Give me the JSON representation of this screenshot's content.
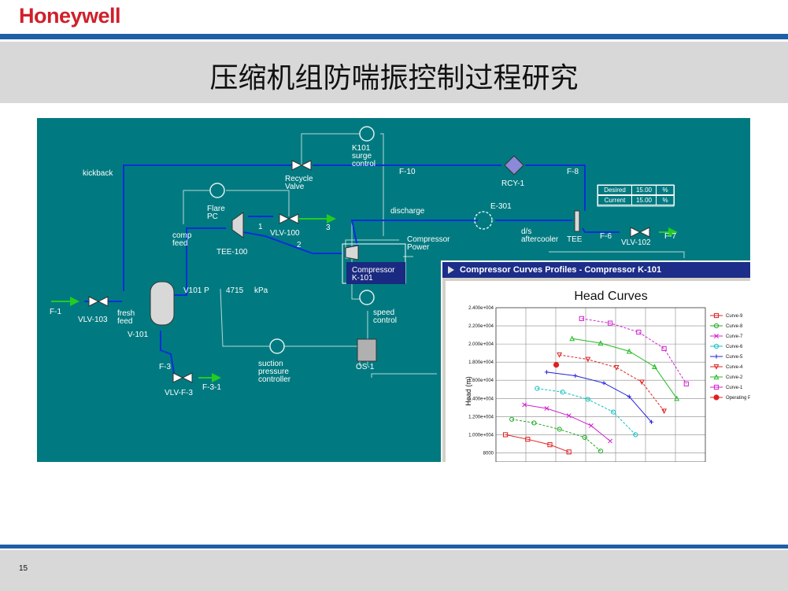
{
  "brand": "Honeywell",
  "title": "压缩机组防喘振控制过程研究",
  "page_number": "15",
  "colors": {
    "brand_red": "#d0202a",
    "bar_blue": "#1f5fa8",
    "hysys_bg": "#007a80",
    "stream_blue": "#0a2fd8",
    "feed_green": "#22cc22"
  },
  "flowsheet": {
    "kickback": "kickback",
    "recycle_valve": "Recycle\nValve",
    "k101_surge": "K101\nsurge\ncontrol",
    "f10": "F-10",
    "f8": "F-8",
    "rcy1": "RCY-1",
    "flare_pc": "Flare\nPC",
    "discharge": "discharge",
    "e301": "E-301",
    "one": "1",
    "vlv100": "VLV-100",
    "three": "3",
    "comp_feed": "comp\nfeed",
    "tee100": "TEE-100",
    "two": "2",
    "compressor_power": "Compressor\nPower",
    "compressor_k101": "Compressor\nK-101",
    "ds_aftercooler": "d/s\naftercooler",
    "tee": "TEE",
    "f6": "F-6",
    "vlv102": "VLV-102",
    "f7": "F-7",
    "fs_partial": "F-6",
    "f1": "F-1",
    "vlv103": "VLV-103",
    "fresh_feed": "fresh\nfeed",
    "v101": "V-101",
    "v101_p": "V101 P",
    "v101_p_value": "4715",
    "v101_p_unit": "kPa",
    "speed_control": "speed\ncontrol",
    "f3": "F-3",
    "vlv_f3": "VLV-F-3",
    "f31": "F-3-1",
    "suction_pc": "suction\npressure\ncontroller",
    "os1": "OS-1",
    "setpoint_table": {
      "desired_label": "Desired",
      "desired_value": "15.00",
      "current_label": "Current",
      "current_value": "15.00",
      "unit": "%"
    }
  },
  "popup": {
    "window_title": "Compressor Curves Profiles - Compressor K-101"
  },
  "chart_data": {
    "type": "line",
    "title": "Head Curves",
    "xlabel": "",
    "ylabel": "Head (m)",
    "ylim": [
      7000,
      24000
    ],
    "grid": true,
    "legend_position": "right",
    "ytick_labels": [
      "8000",
      "1.000e+004",
      "1.200e+004",
      "1.400e+004",
      "1.600e+004",
      "1.800e+004",
      "2.000e+004",
      "2.200e+004",
      "2.400e+004"
    ],
    "series": [
      {
        "name": "Curve-9",
        "color": "#e02020",
        "marker": "square",
        "points": [
          [
            0.0,
            10000
          ],
          [
            0.7,
            9500
          ],
          [
            1.4,
            8900
          ],
          [
            2.0,
            8100
          ]
        ]
      },
      {
        "name": "Curve-8",
        "color": "#22aa22",
        "marker": "circle",
        "points": [
          [
            0.2,
            11700
          ],
          [
            0.9,
            11300
          ],
          [
            1.7,
            10600
          ],
          [
            2.5,
            9700
          ],
          [
            3.0,
            8200
          ]
        ]
      },
      {
        "name": "Curve-7",
        "color": "#d020d0",
        "marker": "x",
        "points": [
          [
            0.6,
            13300
          ],
          [
            1.3,
            12900
          ],
          [
            2.0,
            12100
          ],
          [
            2.7,
            11000
          ],
          [
            3.3,
            9300
          ]
        ]
      },
      {
        "name": "Curve-6",
        "color": "#10c0c0",
        "marker": "circle",
        "points": [
          [
            1.0,
            15100
          ],
          [
            1.8,
            14700
          ],
          [
            2.6,
            13900
          ],
          [
            3.4,
            12500
          ],
          [
            4.1,
            10000
          ]
        ]
      },
      {
        "name": "Curve-5",
        "color": "#2020e0",
        "marker": "plus",
        "points": [
          [
            1.3,
            16900
          ],
          [
            2.2,
            16500
          ],
          [
            3.1,
            15700
          ],
          [
            3.9,
            14200
          ],
          [
            4.6,
            11400
          ]
        ]
      },
      {
        "name": "Curve-4",
        "color": "#e02020",
        "marker": "triangle-down",
        "points": [
          [
            1.7,
            18800
          ],
          [
            2.6,
            18300
          ],
          [
            3.5,
            17400
          ],
          [
            4.3,
            15800
          ],
          [
            5.0,
            12600
          ]
        ]
      },
      {
        "name": "Curve-2",
        "color": "#22bb22",
        "marker": "triangle",
        "points": [
          [
            2.1,
            20600
          ],
          [
            3.0,
            20100
          ],
          [
            3.9,
            19200
          ],
          [
            4.7,
            17500
          ],
          [
            5.4,
            14000
          ]
        ]
      },
      {
        "name": "Curve-1",
        "color": "#d020d0",
        "marker": "square",
        "points": [
          [
            2.4,
            22800
          ],
          [
            3.3,
            22300
          ],
          [
            4.2,
            21300
          ],
          [
            5.0,
            19500
          ],
          [
            5.7,
            15600
          ]
        ]
      },
      {
        "name": "Operating Point",
        "color": "#e02020",
        "marker": "dot",
        "points": [
          [
            1.6,
            17700
          ]
        ]
      }
    ]
  }
}
